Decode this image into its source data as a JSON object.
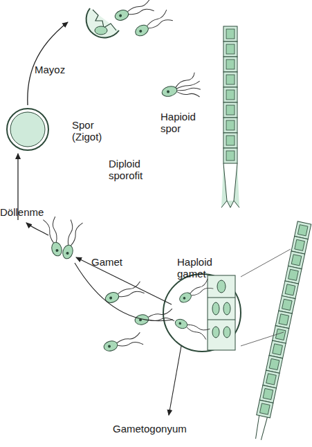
{
  "diagram": {
    "labels": [
      "Mayoz",
      "Spor (Zigot)",
      "Hapioid spor",
      "Diploid sporofit",
      "Döllenme",
      "Gamet",
      "Haploid gamet",
      "Gametogonyum"
    ]
  }
}
